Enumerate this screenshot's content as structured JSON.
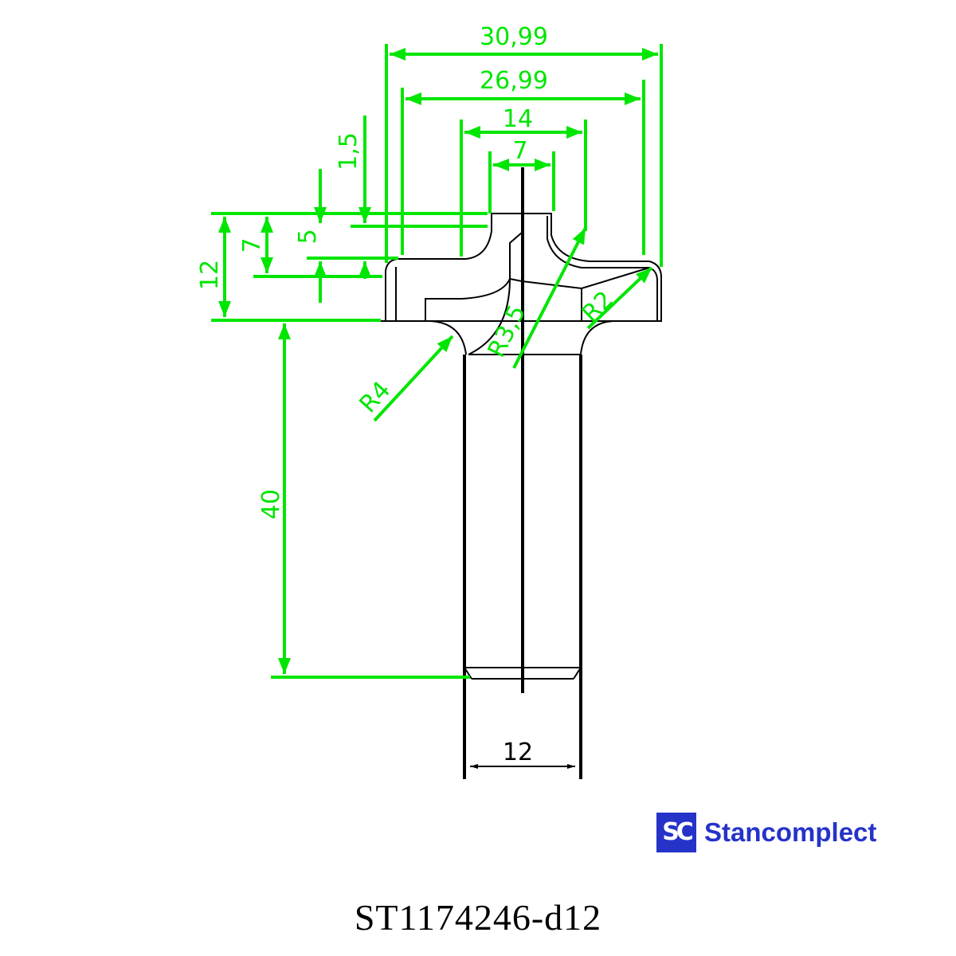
{
  "dimensions": {
    "overall_diameter": "30,99",
    "inner_diameter": "26,99",
    "width_14": "14",
    "width_7": "7",
    "height_1_5": "1,5",
    "height_5": "5",
    "height_7": "7",
    "height_12": "12",
    "shank_length": "40",
    "shank_diameter": "12",
    "radius_r4": "R4",
    "radius_r3_5": "R3,5",
    "radius_r2": "R2"
  },
  "colors": {
    "dimension": "#00e600",
    "outline": "#000000",
    "brand": "#2633c9"
  },
  "logo": {
    "mark": "SC",
    "name": "Stancomplect"
  },
  "part_code": "ST1174246-d12"
}
